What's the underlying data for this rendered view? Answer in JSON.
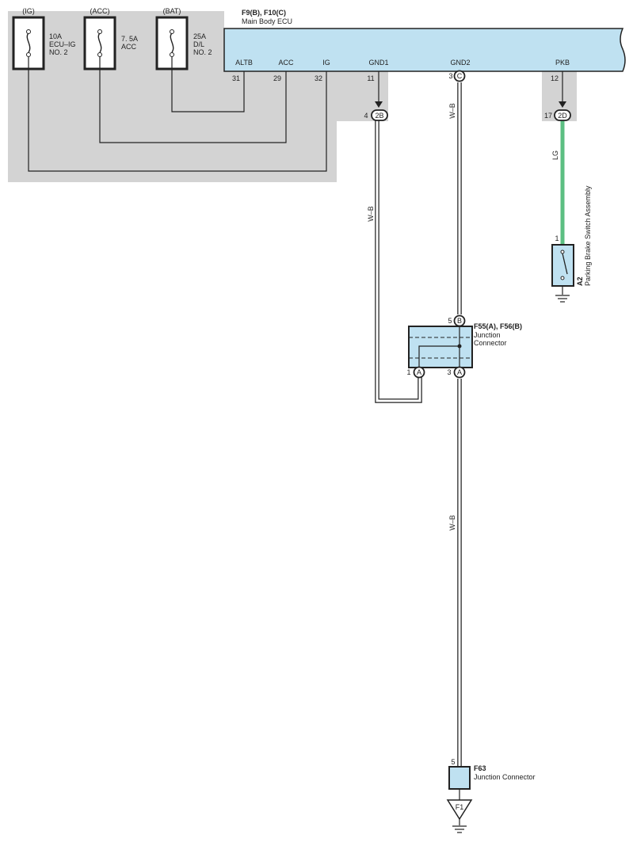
{
  "fuses": [
    {
      "source": "(IG)",
      "rating": "10A",
      "name_line1": "ECU–IG",
      "name_line2": "NO. 2"
    },
    {
      "source": "(ACC)",
      "rating": "7. 5A",
      "name_line1": "ACC",
      "name_line2": ""
    },
    {
      "source": "(BAT)",
      "rating": "25A",
      "name_line1": "D/L",
      "name_line2": "NO. 2"
    }
  ],
  "ecu": {
    "code": "F9(B), F10(C)",
    "name": "Main Body ECU",
    "terminals": [
      {
        "label": "ALTB",
        "pin": "31"
      },
      {
        "label": "ACC",
        "pin": "29"
      },
      {
        "label": "IG",
        "pin": "32"
      },
      {
        "label": "GND1",
        "pin": "11"
      },
      {
        "label": "GND2",
        "pin": "3",
        "connector": "C"
      },
      {
        "label": "PKB",
        "pin": "12"
      }
    ]
  },
  "inline_connectors": [
    {
      "pin": "4",
      "id": "2B"
    },
    {
      "pin": "17",
      "id": "2D"
    }
  ],
  "wires": {
    "gnd1": "W–B",
    "gnd2_upper": "W–B",
    "gnd2_lower": "W–B",
    "pkb": "LG"
  },
  "colors": {
    "ecu_fill": "#bfe1f1",
    "shade": "#d3d3d3",
    "wire_lg": "#5cbf82"
  },
  "switch": {
    "pin": "1",
    "code": "A2",
    "name": "Parking Brake Switch Assembly"
  },
  "junction_connector": {
    "code": "F55(A), F56(B)",
    "name_line1": "Junction",
    "name_line2": "Connector",
    "top_pin": "5",
    "top_id": "B",
    "bottom_left_pin": "1",
    "bottom_left_id": "A",
    "bottom_right_pin": "3",
    "bottom_right_id": "A"
  },
  "ground_connector": {
    "code": "F63",
    "name": "Junction Connector",
    "pin": "5",
    "ground_point": "F1"
  }
}
